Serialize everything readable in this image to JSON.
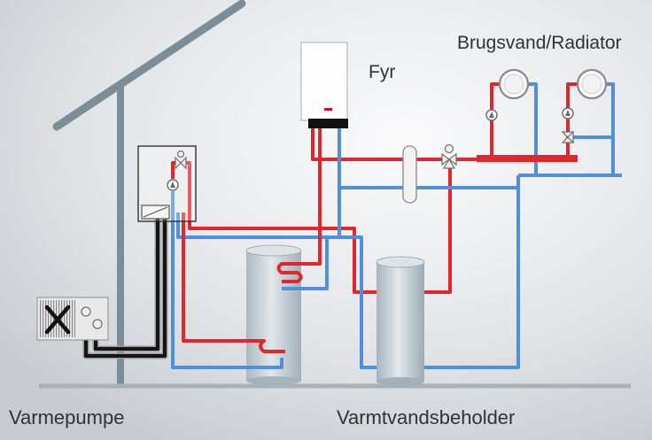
{
  "labels": {
    "consumer": "Brugsvand/Radiator",
    "boiler": "Fyr",
    "heat_pump": "Varmepumpe",
    "hot_water_tank": "Varmtvandsbeholder"
  },
  "colors": {
    "supply_pipe": "#e3262b",
    "return_pipe": "#4f8fdc",
    "heat_pump_pipe": "#141414",
    "house_outline": "#7d8d97"
  }
}
